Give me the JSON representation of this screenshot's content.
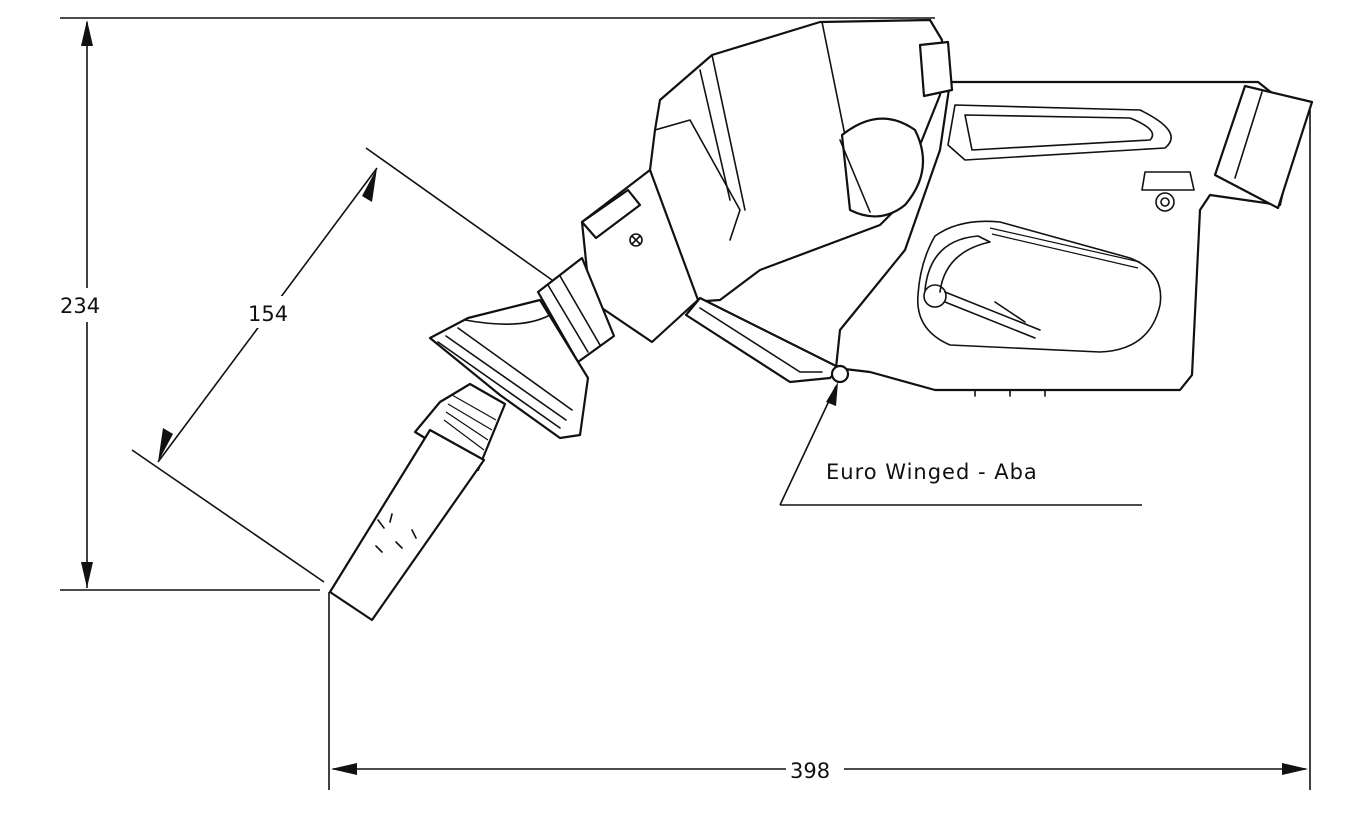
{
  "dimensions": {
    "height": "234",
    "length": "154",
    "width": "398"
  },
  "label": {
    "text": "Euro Winged - Aba"
  }
}
